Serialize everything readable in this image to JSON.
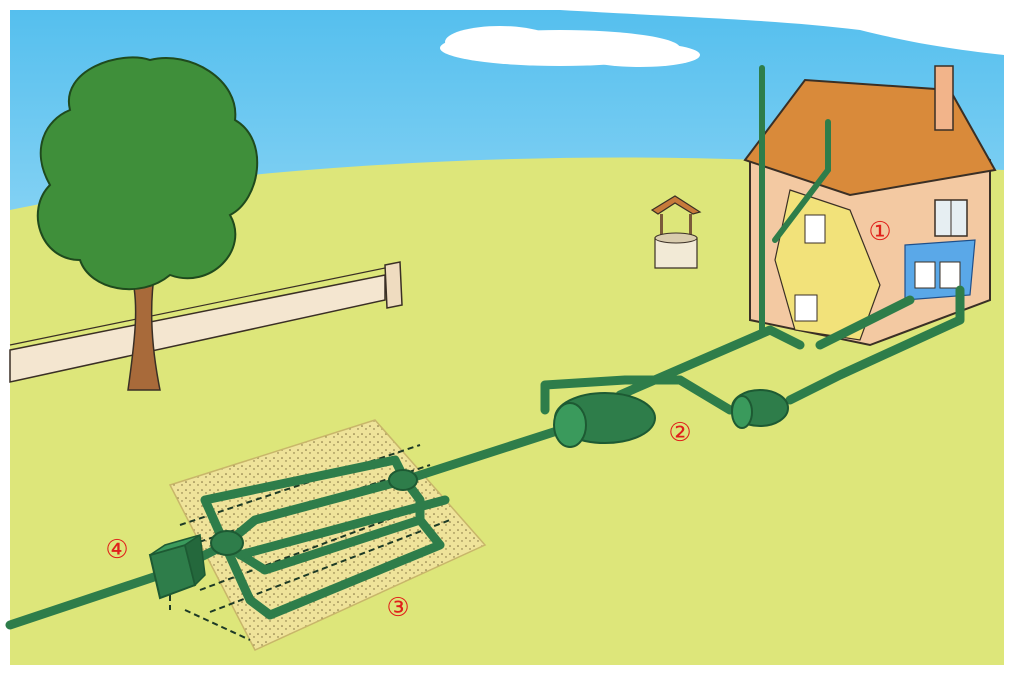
{
  "diagram": {
    "labels": [
      {
        "id": "1",
        "text": "①",
        "target": "house"
      },
      {
        "id": "2",
        "text": "②",
        "target": "septic-tanks"
      },
      {
        "id": "3",
        "text": "③",
        "target": "infiltration-bed"
      },
      {
        "id": "4",
        "text": "④",
        "target": "outlet-box"
      }
    ],
    "colors": {
      "sky": "#6fc8f0",
      "grass": "#dde67a",
      "pipe": "#2e7d4a",
      "pipe_dark": "#1d5a33",
      "label": "#e0201b",
      "sand": "#efe39a",
      "wall": "#f4e6d0",
      "roof": "#d98a3a",
      "tree": "#3f8f3a"
    }
  }
}
